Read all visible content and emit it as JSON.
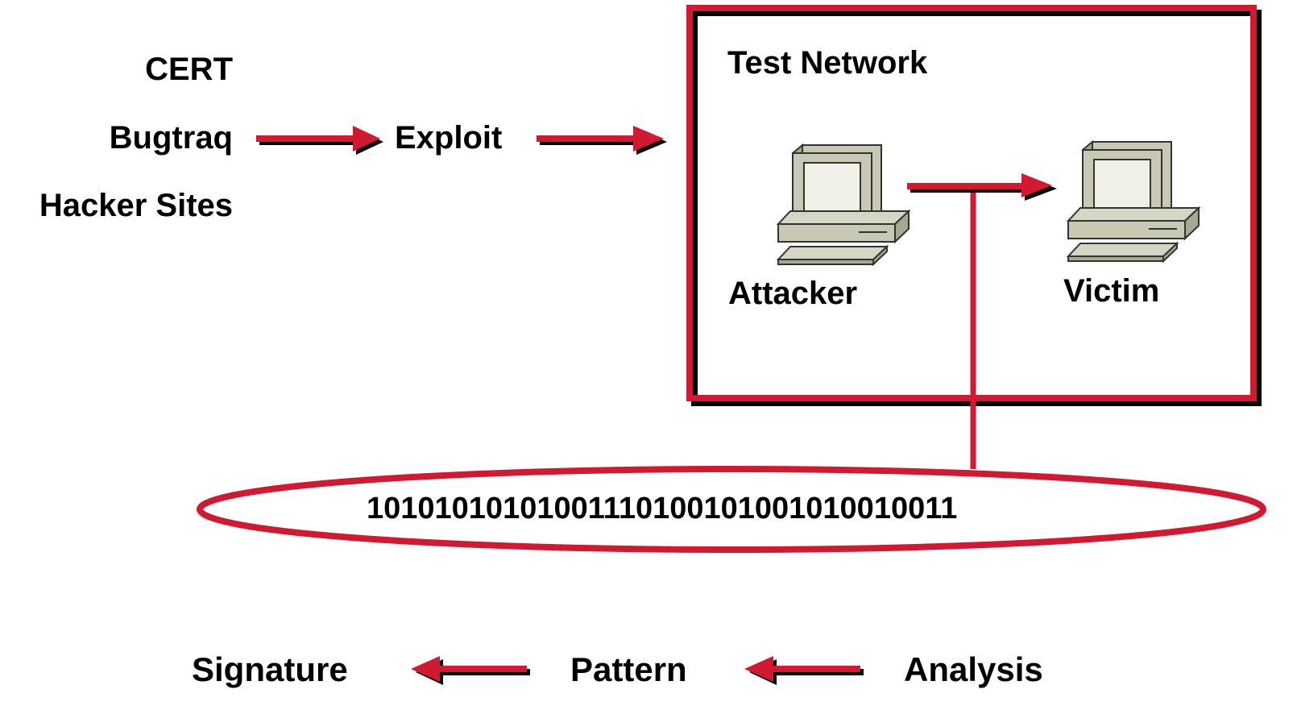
{
  "sources": [
    "CERT",
    "Bugtraq",
    "Hacker Sites"
  ],
  "exploit_label": "Exploit",
  "test_network": {
    "title": "Test Network",
    "attacker_label": "Attacker",
    "victim_label": "Victim"
  },
  "binary_stream": "10101010101001110100101001010010011",
  "bottom_flow": {
    "signature": "Signature",
    "pattern": "Pattern",
    "analysis": "Analysis"
  },
  "colors": {
    "accent_red": "#d21932",
    "shadow": "#000000",
    "computer_body": "#c8c8b4",
    "computer_screen": "#f0f0e6"
  }
}
